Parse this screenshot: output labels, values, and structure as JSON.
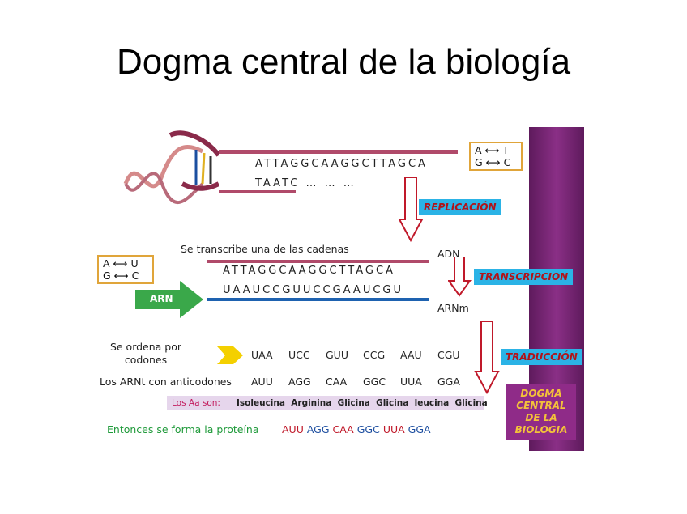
{
  "title": "Dogma central de la biología",
  "dna_top": "ATTAGGCAAGGCTTAGCA",
  "dna_bottom": "TAATC … … …",
  "pair_box_dna": {
    "row1_left": "A",
    "row1_right": "T",
    "row2_left": "G",
    "row2_right": "C"
  },
  "pair_box_rna": {
    "row1_left": "A",
    "row1_right": "U",
    "row2_left": "G",
    "row2_right": "C"
  },
  "replicacion": "REPLICACIÓN",
  "transcripcion": "TRANSCRIPCION",
  "traduccion": "TRADUCCIÓN",
  "transcribe_text": "Se transcribe una de las cadenas",
  "adn_label": "ADN",
  "arnm_label": "ARNm",
  "arn_arrow": "ARN",
  "strand_dna": "ATTAGGCAAGGCTTAGCA",
  "strand_rna": "UAAUCCGUUCCGAAUCGU",
  "ordena_text": "Se ordena por codones",
  "codons": [
    "UAA",
    "UCC",
    "GUU",
    "CCG",
    "AAU",
    "CGU"
  ],
  "arnt_text": "Los ARNt con anticodones",
  "anticodons": [
    "AUU",
    "AGG",
    "CAA",
    "GGC",
    "UUA",
    "GGA"
  ],
  "aa_label": "Los Aa son:",
  "aa_names": "Isoleucina  Arginina  Glicina  Glicina  leucina  Glicina",
  "protein_text": "Entonces se forma la proteína",
  "protein_seq": [
    "AUU",
    "AGG",
    "CAA",
    "GGC",
    "UUA",
    "GGA"
  ],
  "dogma_box": [
    "DOGMA",
    "CENTRAL",
    "DE LA",
    "BIOLOGIA"
  ],
  "colors": {
    "purple": "#7a2676",
    "cyan": "#2bb3e6",
    "red_arrow": "#c0192a",
    "green_arrow": "#3aa84a",
    "yellow": "#f4d000"
  }
}
